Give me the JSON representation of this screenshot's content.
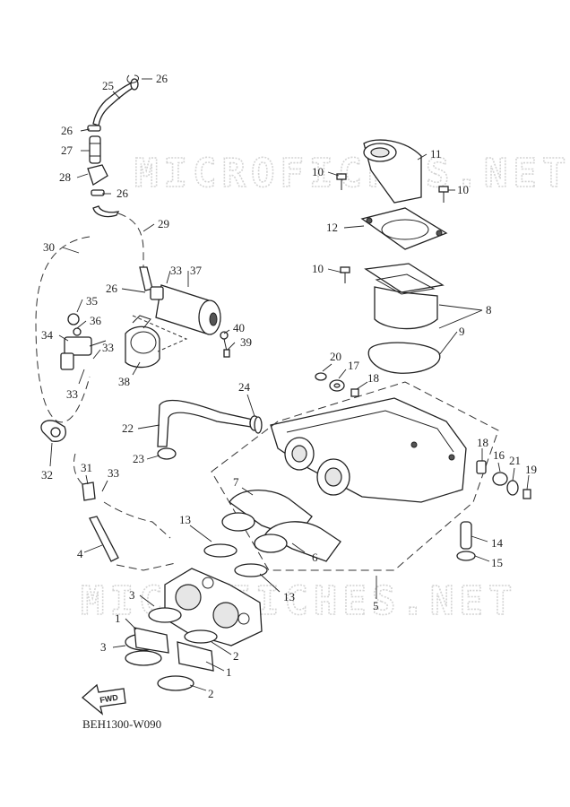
{
  "watermark": "MICROFICHES.NET",
  "diagram_code": "BEH1300-W090",
  "fwd_label": "FWD",
  "callouts": {
    "c25": "25",
    "c26a": "26",
    "c26b": "26",
    "c26c": "26",
    "c26d": "26",
    "c27": "27",
    "c28": "28",
    "c29": "29",
    "c30": "30",
    "c33a": "33",
    "c33b": "33",
    "c33c": "33",
    "c33d": "33",
    "c37": "37",
    "c35": "35",
    "c36": "36",
    "c34": "34",
    "c38": "38",
    "c40": "40",
    "c39": "39",
    "c32": "32",
    "c31": "31",
    "c4": "4",
    "c22": "22",
    "c23": "23",
    "c24": "24",
    "c11": "11",
    "c10a": "10",
    "c10b": "10",
    "c10c": "10",
    "c12": "12",
    "c8": "8",
    "c9": "9",
    "c20": "20",
    "c17": "17",
    "c18a": "18",
    "c18b": "18",
    "c16": "16",
    "c21": "21",
    "c19": "19",
    "c14": "14",
    "c15": "15",
    "c5": "5",
    "c6": "6",
    "c7": "7",
    "c13a": "13",
    "c13b": "13",
    "c3a": "3",
    "c3b": "3",
    "c1a": "1",
    "c1b": "1",
    "c2a": "2",
    "c2b": "2"
  }
}
